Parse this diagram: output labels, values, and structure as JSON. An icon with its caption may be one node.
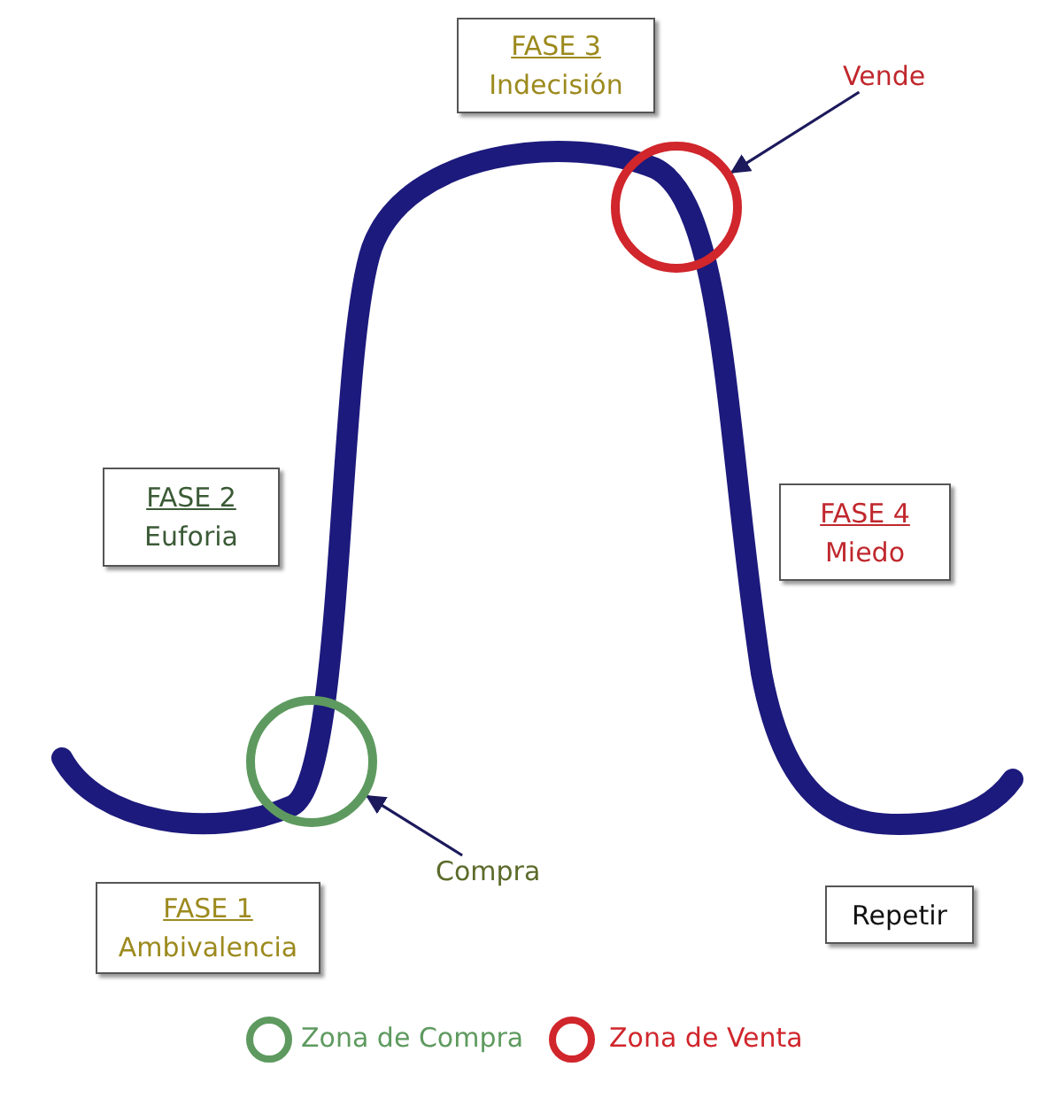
{
  "diagram": {
    "nodes": [
      {
        "text": [
          "FASE 3",
          "Indecisión"
        ]
      },
      {
        "text": [
          "Vende"
        ]
      },
      {
        "text": [],
        "shape": "circle"
      },
      {
        "text": [
          "FASE 2",
          "Euforia"
        ]
      },
      {
        "text": [
          "FASE 4",
          "Miedo"
        ]
      },
      {
        "text": [],
        "shape": "circle"
      },
      {
        "text": [
          "Compra"
        ]
      },
      {
        "text": [
          "FASE 1",
          "Ambivalencia"
        ]
      },
      {
        "text": [
          "Repetir"
        ]
      }
    ],
    "edges": [
      {
        "from": 1,
        "to": 2,
        "arrow": "to"
      },
      {
        "from": 6,
        "to": 5,
        "arrow": "to"
      }
    ],
    "legend": [
      {
        "text": "Zona de Compra",
        "color": "#5e9a5f"
      },
      {
        "text": "Zona de Venta",
        "color": "#d0262c"
      }
    ]
  }
}
